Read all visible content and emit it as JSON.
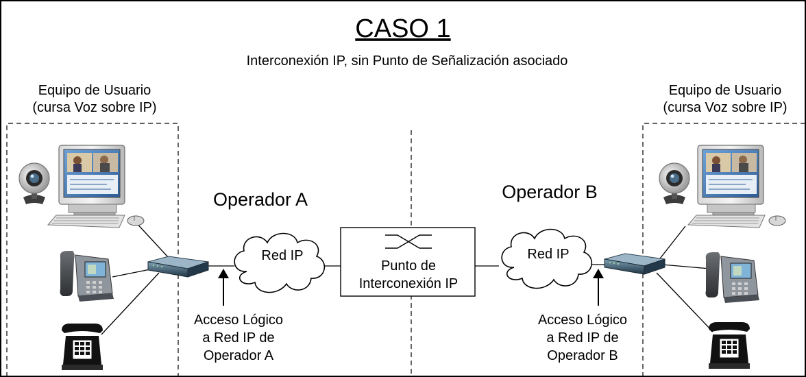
{
  "title": "CASO 1",
  "subtitle": "Interconexión IP, sin Punto de Señalización asociado",
  "left_user": {
    "label_line1": "Equipo de Usuario",
    "label_line2": "(cursa Voz sobre IP)"
  },
  "right_user": {
    "label_line1": "Equipo de Usuario",
    "label_line2": "(cursa Voz sobre IP)"
  },
  "operator_a": {
    "name": "Operador A",
    "network_label": "Red IP",
    "access_line1": "Acceso Lógico",
    "access_line2": "a Red IP de",
    "access_line3": "Operador A"
  },
  "operator_b": {
    "name": "Operador B",
    "network_label": "Red IP",
    "access_line1": "Acceso Lógico",
    "access_line2": "a Red IP de",
    "access_line3": "Operador B"
  },
  "interconnection": {
    "line1": "Punto de",
    "line2": "Interconexión IP"
  },
  "icons": [
    "webcam-icon",
    "computer-monitor-icon",
    "keyboard-icon",
    "mouse-icon",
    "ip-phone-icon",
    "analog-phone-icon",
    "router-icon",
    "cloud-icon",
    "crossover-switch-icon",
    "up-arrow-icon"
  ]
}
